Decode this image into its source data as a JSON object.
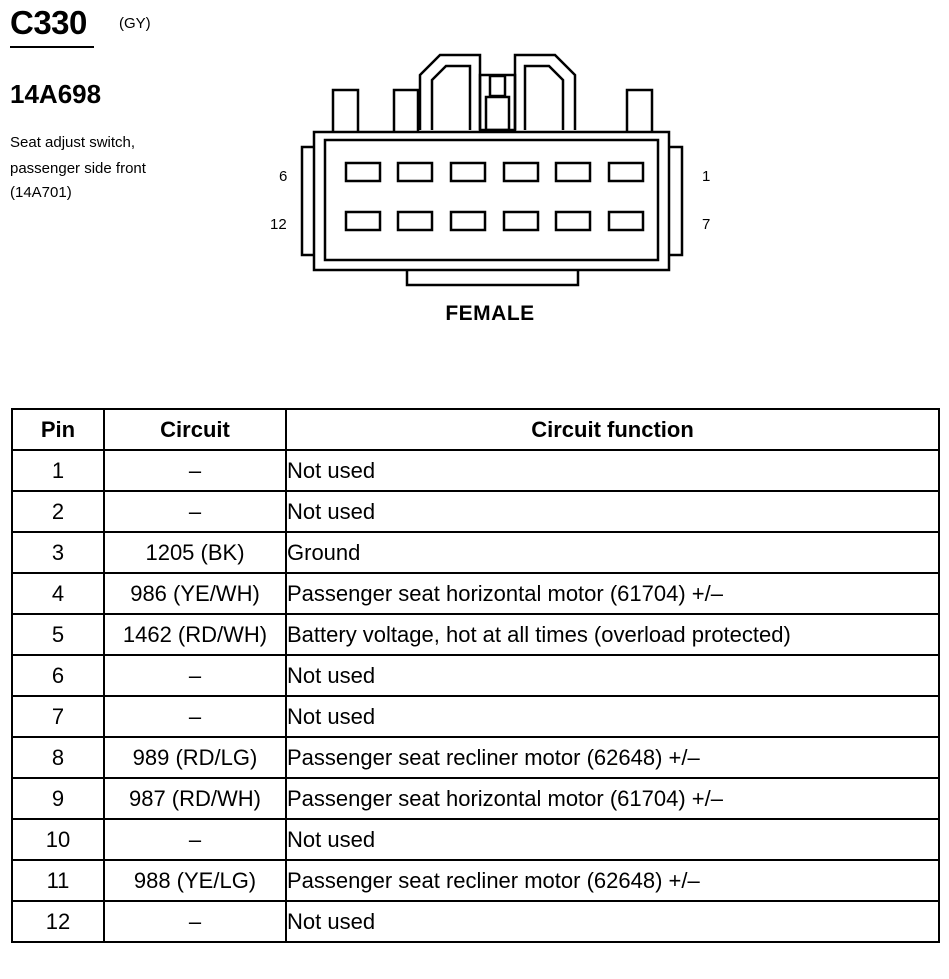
{
  "connector": {
    "id": "C330",
    "color_code": "(GY)",
    "part_number": "14A698",
    "description_lines": [
      "Seat adjust switch,",
      "passenger side front",
      "(14A701)"
    ],
    "pin_labels": {
      "top_left": "6",
      "bottom_left": "12",
      "top_right": "1",
      "bottom_right": "7"
    },
    "gender": "FEMALE"
  },
  "table": {
    "headers": [
      "Pin",
      "Circuit",
      "Circuit function"
    ],
    "rows": [
      {
        "pin": "1",
        "circuit": "–",
        "function": "Not used"
      },
      {
        "pin": "2",
        "circuit": "–",
        "function": "Not used"
      },
      {
        "pin": "3",
        "circuit": "1205 (BK)",
        "function": "Ground"
      },
      {
        "pin": "4",
        "circuit": "986 (YE/WH)",
        "function": "Passenger seat horizontal motor (61704) +/–"
      },
      {
        "pin": "5",
        "circuit": "1462 (RD/WH)",
        "function": "Battery voltage, hot at all times (overload protected)"
      },
      {
        "pin": "6",
        "circuit": "–",
        "function": "Not used"
      },
      {
        "pin": "7",
        "circuit": "–",
        "function": "Not used"
      },
      {
        "pin": "8",
        "circuit": "989 (RD/LG)",
        "function": "Passenger seat recliner motor (62648) +/–"
      },
      {
        "pin": "9",
        "circuit": "987 (RD/WH)",
        "function": "Passenger seat horizontal motor (61704) +/–"
      },
      {
        "pin": "10",
        "circuit": "–",
        "function": "Not used"
      },
      {
        "pin": "11",
        "circuit": "988 (YE/LG)",
        "function": "Passenger seat recliner motor (62648) +/–"
      },
      {
        "pin": "12",
        "circuit": "–",
        "function": "Not used"
      }
    ]
  }
}
